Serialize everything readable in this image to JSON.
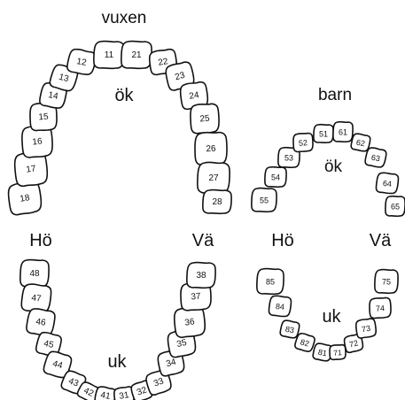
{
  "labels": {
    "adult_title": "vuxen",
    "child_title": "barn",
    "adult_upper": "ök",
    "adult_lower": "uk",
    "child_upper": "ök",
    "child_lower": "uk",
    "adult_right": "Hö",
    "adult_left": "Vä",
    "child_right": "Hö",
    "child_left": "Vä"
  },
  "adult": {
    "upper": [
      "18",
      "17",
      "16",
      "15",
      "14",
      "13",
      "12",
      "11",
      "21",
      "22",
      "23",
      "24",
      "25",
      "26",
      "27",
      "28"
    ],
    "lower": [
      "48",
      "47",
      "46",
      "45",
      "44",
      "43",
      "42",
      "41",
      "31",
      "32",
      "33",
      "34",
      "35",
      "36",
      "37",
      "38"
    ]
  },
  "child": {
    "upper": [
      "55",
      "54",
      "53",
      "52",
      "51",
      "61",
      "62",
      "63",
      "64",
      "65"
    ],
    "lower": [
      "85",
      "84",
      "83",
      "82",
      "81",
      "71",
      "72",
      "73",
      "74",
      "75"
    ]
  }
}
